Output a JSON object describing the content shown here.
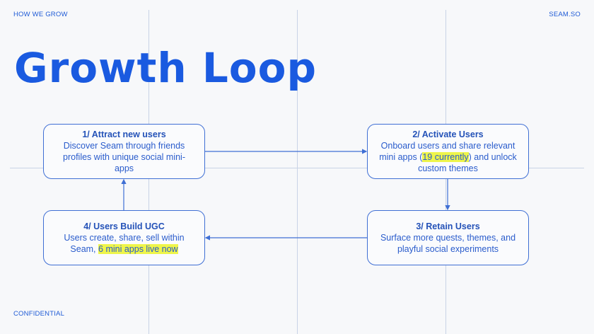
{
  "header": {
    "left": "HOW WE GROW",
    "right": "SEAM.SO"
  },
  "title": "Growth Loop",
  "footer": "CONFIDENTIAL",
  "steps": [
    {
      "heading": "1/ Attract new users",
      "body": "Discover Seam through friends profiles with unique social mini-apps"
    },
    {
      "heading": "2/ Activate Users",
      "body_pre": "Onboard users and share relevant mini apps (",
      "highlight": "19 currently",
      "body_post": ") and unlock custom themes"
    },
    {
      "heading": "3/ Retain Users",
      "body": "Surface more quests, themes, and playful social experiments"
    },
    {
      "heading": "4/ Users Build UGC",
      "body_pre": "Users create, share, sell within Seam, ",
      "highlight": "6 mini apps live now",
      "body_post": ""
    }
  ],
  "colors": {
    "accent": "#1a5ae0",
    "highlight": "#eef54a"
  }
}
